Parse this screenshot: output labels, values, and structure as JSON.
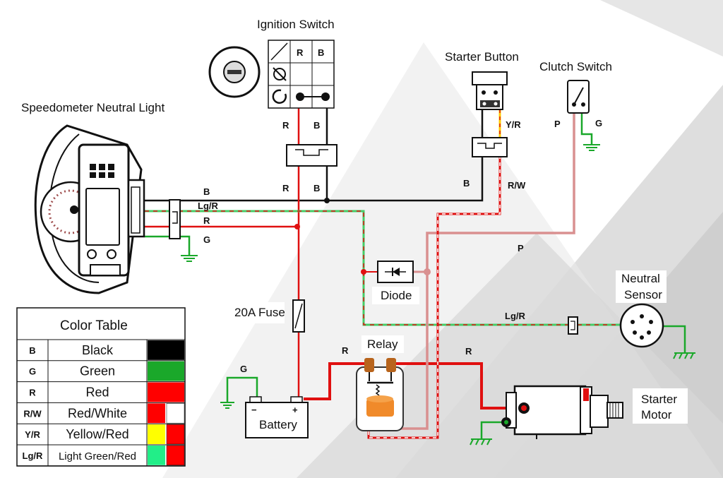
{
  "titles": {
    "ignition_switch": "Ignition Switch",
    "starter_button": "Starter Button",
    "clutch_switch": "Clutch Switch",
    "speedometer": "Speedometer Neutral Light",
    "neutral_sensor_1": "Neutral",
    "neutral_sensor_2": "Sensor",
    "fuse": "20A Fuse",
    "relay": "Relay",
    "diode": "Diode",
    "battery": "Battery",
    "starter_motor_1": "Starter",
    "starter_motor_2": "Motor"
  },
  "ignition_table": {
    "col_r": "R",
    "col_b": "B"
  },
  "wire_labels": {
    "ign_r1": "R",
    "ign_b1": "B",
    "ign_r2": "R",
    "ign_b2": "B",
    "start_yr": "Y/R",
    "start_b": "B",
    "start_rw": "R/W",
    "clutch_p": "P",
    "clutch_g": "G",
    "p_mid": "P",
    "spd_b": "B",
    "spd_lgr": "Lg/R",
    "spd_r": "R",
    "spd_g": "G",
    "lgr_mid": "Lg/R",
    "relay_r_left": "R",
    "relay_r_right": "R",
    "batt_g": "G"
  },
  "battery_terminals": {
    "neg": "−",
    "pos": "+"
  },
  "color_table": {
    "title": "Color Table",
    "rows": [
      {
        "code": "B",
        "name": "Black",
        "colors": [
          "#000000"
        ]
      },
      {
        "code": "G",
        "name": "Green",
        "colors": [
          "#1aa82a"
        ]
      },
      {
        "code": "R",
        "name": "Red",
        "colors": [
          "#ff0000"
        ]
      },
      {
        "code": "R/W",
        "name": "Red/White",
        "colors": [
          "#ff0000",
          "#ffffff"
        ]
      },
      {
        "code": "Y/R",
        "name": "Yellow/Red",
        "colors": [
          "#ffff00",
          "#ff0000"
        ]
      },
      {
        "code": "Lg/R",
        "name": "Light Green/Red",
        "colors": [
          "#22ee88",
          "#ff0000"
        ]
      }
    ]
  },
  "wire_colors": {
    "black": "#111111",
    "red": "#e01010",
    "green": "#1aa82a",
    "pink": "#d99090",
    "light_green": "#44cc66"
  }
}
